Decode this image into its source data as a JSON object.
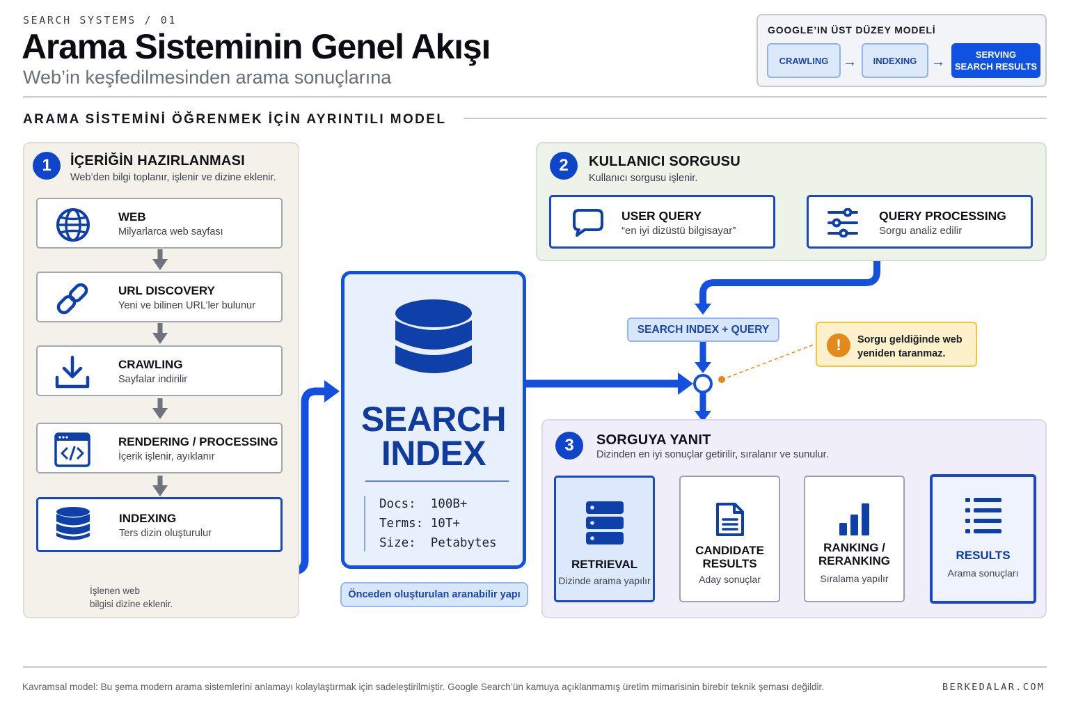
{
  "header": {
    "eyebrow": "SEARCH SYSTEMS / 01",
    "title": "Arama Sisteminin Genel Akışı",
    "subtitle": "Web’in keşfedilmesinden arama sonuçlarına"
  },
  "top_model": {
    "title": "GOOGLE’IN ÜST DÜZEY MODELİ",
    "steps": [
      "CRAWLING",
      "INDEXING",
      "SERVING\nSEARCH RESULTS"
    ]
  },
  "section_label": "ARAMA SİSTEMİNİ ÖĞRENMEK İÇİN AYRINTILI MODEL",
  "panel1": {
    "number": "1",
    "title": "İÇERİĞİN HAZIRLANMASI",
    "subtitle": "Web’den bilgi toplanır, işlenir ve dizine eklenir.",
    "steps": [
      {
        "title": "WEB",
        "subtitle": "Milyarlarca web sayfası",
        "icon": "globe-icon"
      },
      {
        "title": "URL DISCOVERY",
        "subtitle": "Yeni ve bilinen URL’ler bulunur",
        "icon": "link-icon"
      },
      {
        "title": "CRAWLING",
        "subtitle": "Sayfalar indirilir",
        "icon": "download-icon"
      },
      {
        "title": "RENDERING / PROCESSING",
        "subtitle": "İçerik işlenir, ayıklanır",
        "icon": "code-window-icon"
      },
      {
        "title": "INDEXING",
        "subtitle": "Ters dizin oluşturulur",
        "icon": "database-icon"
      }
    ],
    "note": "İşlenen web\nbilgisi dizine eklenir."
  },
  "search_index": {
    "line1": "SEARCH",
    "line2": "INDEX",
    "stats": [
      "Docs:  100B+",
      "Terms: 10T+",
      "Size:  Petabytes"
    ],
    "caption": "Önceden oluşturulan aranabilir yapı"
  },
  "panel2": {
    "number": "2",
    "title": "KULLANICI SORGUSU",
    "subtitle": "Kullanıcı sorgusu işlenir.",
    "user_query": {
      "title": "USER QUERY",
      "subtitle": "“en iyi dizüstü bilgisayar”",
      "icon": "chat-bubble-icon"
    },
    "query_processing": {
      "title": "QUERY PROCESSING",
      "subtitle": "Sorgu analiz edilir",
      "icon": "sliders-icon"
    }
  },
  "merge_label": "SEARCH INDEX + QUERY",
  "warning": {
    "icon": "exclamation-icon",
    "text": "Sorgu geldiğinde web\nyeniden taranmaz."
  },
  "panel3": {
    "number": "3",
    "title": "SORGUYA YANIT",
    "subtitle": "Dizinden en iyi sonuçlar getirilir, sıralanır ve sunulur.",
    "stages": [
      {
        "title": "RETRIEVAL",
        "subtitle": "Dizinde arama yapılır",
        "icon": "server-stack-icon"
      },
      {
        "title": "CANDIDATE\nRESULTS",
        "subtitle": "Aday sonuçlar",
        "icon": "document-icon"
      },
      {
        "title": "RANKING /\nRERANKING",
        "subtitle": "Sıralama yapılır",
        "icon": "bar-chart-icon"
      },
      {
        "title": "RESULTS",
        "subtitle": "Arama sonuçları",
        "icon": "list-icon"
      }
    ]
  },
  "footer": {
    "text": "Kavramsal model: Bu şema modern arama sistemlerini anlamayı kolaylaştırmak için sadeleştirilmiştir. Google Search’ün kamuya açıklanmamış üretim mimarisinin birebir teknik şeması değildir.",
    "brand": "BERKEDALAR.COM"
  },
  "colors": {
    "accent": "#1450e0",
    "navy": "#0f45c8",
    "warning": "#f0c542"
  }
}
